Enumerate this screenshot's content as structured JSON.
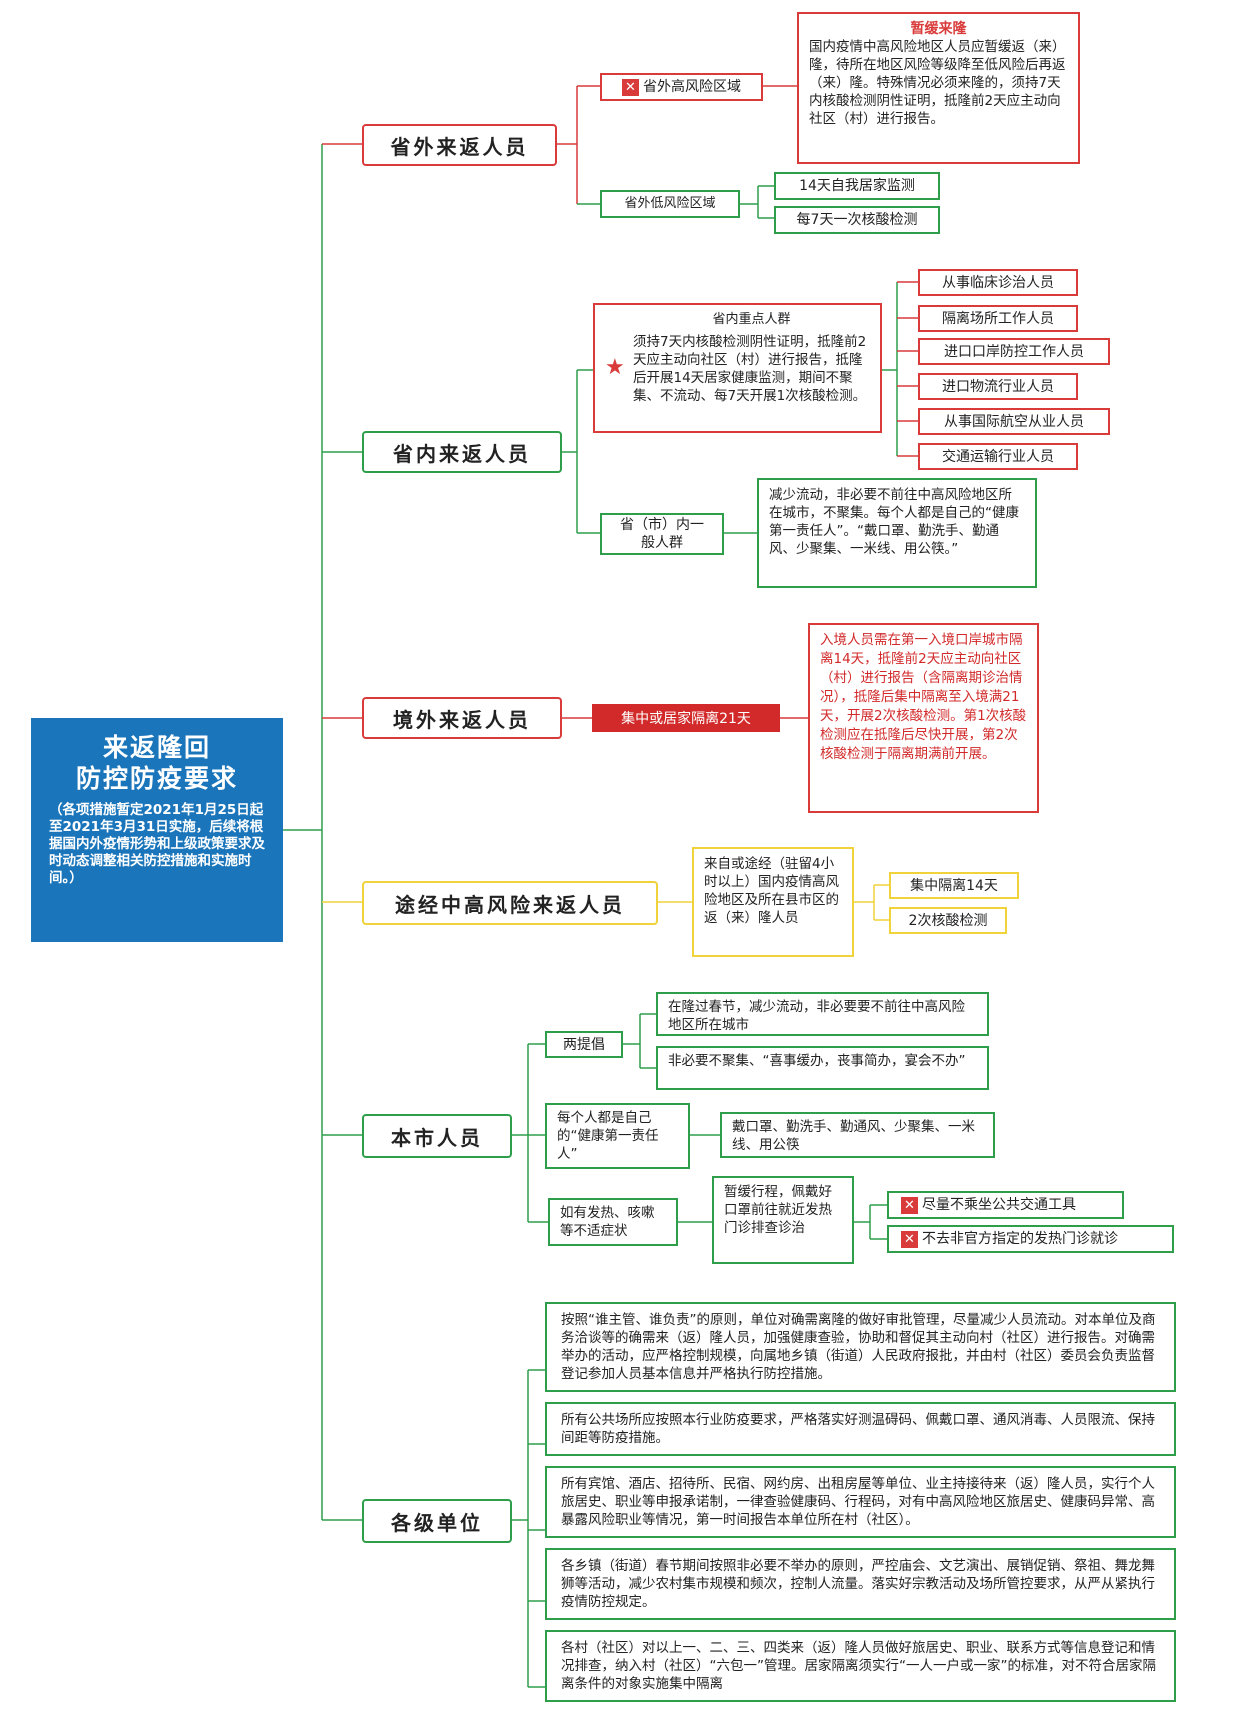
{
  "main": {
    "title_line1": "来返隆回",
    "title_line2": "防控防疫要求",
    "note": "（各项措施暂定2021年1月25日起至2021年3月31日实施，后续将根据国内外疫情形势和上级政策要求及时动态调整相关防控措施和实施时间。）"
  },
  "categories": {
    "out_province": "省外来返人员",
    "in_province": "省内来返人员",
    "overseas": "境外来返人员",
    "via_risk": "途经中高风险来返人员",
    "local": "本市人员",
    "units": "各级单位"
  },
  "out_province": {
    "high_risk_label": "省外高风险区域",
    "high_risk_title": "暂缓来隆",
    "high_risk_text": "国内疫情中高风险地区人员应暂缓返（来）隆，待所在地区风险等级降至低风险后再返（来）隆。特殊情况必须来隆的，须持7天内核酸检测阴性证明，抵隆前2天应主动向社区（村）进行报告。",
    "low_risk_label": "省外低风险区域",
    "low_risk_items": [
      "14天自我居家监测",
      "每7天一次核酸检测"
    ]
  },
  "in_province": {
    "key_title": "省内重点人群",
    "key_text": "须持7天内核酸检测阴性证明，抵隆前2天应主动向社区（村）进行报告，抵隆后开展14天居家健康监测，期间不聚集、不流动、每7天开展1次核酸检测。",
    "key_groups": [
      "从事临床诊治人员",
      "隔离场所工作人员",
      "进口口岸防控工作人员",
      "进口物流行业人员",
      "从事国际航空从业人员",
      "交通运输行业人员"
    ],
    "general_label": "省（市）内一般人群",
    "general_text": "减少流动，非必要不前往中高风险地区所在城市，不聚集。每个人都是自己的“健康第一责任人”。“戴口罩、勤洗手、勤通风、少聚集、一米线、用公筷。”"
  },
  "overseas": {
    "measure": "集中或居家隔离21天",
    "text": "入境人员需在第一入境口岸城市隔离14天，抵隆前2天应主动向社区（村）进行报告（含隔离期诊治情况），抵隆后集中隔离至入境满21天，开展2次核酸检测。第1次核酸检测应在抵隆后尽快开展，第2次核酸检测于隔离期满前开展。"
  },
  "via_risk": {
    "desc": "来自或途经（驻留4小时以上）国内疫情高风险地区及所在县市区的返（来）隆人员",
    "items": [
      "集中隔离14天",
      "2次核酸检测"
    ]
  },
  "local": {
    "two_label": "两提倡",
    "two_items": [
      "在隆过春节，减少流动，非必要要不前往中高风险地区所在城市",
      "非必要不聚集、“喜事缓办，丧事简办，宴会不办”"
    ],
    "resp_label": "每个人都是自己的“健康第一责任人”",
    "resp_text": "戴口罩、勤洗手、勤通风、少聚集、一米线、用公筷",
    "fever_label": "如有发热、咳嗽等不适症状",
    "fever_action": "暂缓行程，佩戴好口罩前往就近发热门诊排查诊治",
    "fever_items": [
      "尽量不乘坐公共交通工具",
      "不去非官方指定的发热门诊就诊"
    ]
  },
  "units": {
    "items": [
      "按照“谁主管、谁负责”的原则，单位对确需离隆的做好审批管理，尽量减少人员流动。对本单位及商务洽谈等的确需来（返）隆人员，加强健康查验，协助和督促其主动向村（社区）进行报告。对确需举办的活动，应严格控制规模，向属地乡镇（街道）人民政府报批，并由村（社区）委员会负责监督登记参加人员基本信息并严格执行防控措施。",
      "所有公共场所应按照本行业防疫要求，严格落实好测温碍码、佩戴口罩、通风消毒、人员限流、保持间距等防疫措施。",
      "所有宾馆、酒店、招待所、民宿、网约房、出租房屋等单位、业主持接待来（返）隆人员，实行个人旅居史、职业等申报承诺制，一律查验健康码、行程码，对有中高风险地区旅居史、健康码异常、高暴露风险职业等情况，第一时间报告本单位所在村（社区）。",
      "各乡镇（街道）春节期间按照非必要不举办的原则，严控庙会、文艺演出、展销促销、祭祖、舞龙舞狮等活动，减少农村集市规模和频次，控制人流量。落实好宗教活动及场所管控要求，从严从紧执行疫情防控规定。",
      "各村（社区）对以上一、二、三、四类来（返）隆人员做好旅居史、职业、联系方式等信息登记和情况排查，纳入村（社区）“六包一”管理。居家隔离须实行“一人一户或一家”的标准，对不符合居家隔离条件的对象实施集中隔离"
    ]
  },
  "colors": {
    "red": "#d93b3b",
    "green": "#2f9e4a",
    "yellow": "#f0d23a",
    "blue": "#1b75bb"
  },
  "icons": {
    "cross": "close-icon",
    "star": "star-icon"
  }
}
